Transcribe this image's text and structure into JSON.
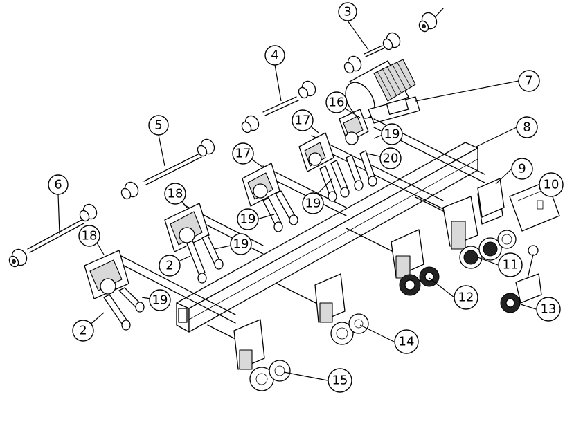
{
  "callouts": [
    {
      "id": "c3",
      "label": "3"
    },
    {
      "id": "c4",
      "label": "4"
    },
    {
      "id": "c5",
      "label": "5"
    },
    {
      "id": "c6",
      "label": "6"
    },
    {
      "id": "c7",
      "label": "7"
    },
    {
      "id": "c8",
      "label": "8"
    },
    {
      "id": "c9",
      "label": "9"
    },
    {
      "id": "c10",
      "label": "10"
    },
    {
      "id": "c11",
      "label": "11"
    },
    {
      "id": "c12",
      "label": "12"
    },
    {
      "id": "c13",
      "label": "13"
    },
    {
      "id": "c14",
      "label": "14"
    },
    {
      "id": "c15",
      "label": "15"
    },
    {
      "id": "c16",
      "label": "16"
    },
    {
      "id": "c17a",
      "label": "17"
    },
    {
      "id": "c17b",
      "label": "17"
    },
    {
      "id": "c18a",
      "label": "18"
    },
    {
      "id": "c18b",
      "label": "18"
    },
    {
      "id": "c19a",
      "label": "19"
    },
    {
      "id": "c19b",
      "label": "19"
    },
    {
      "id": "c19c",
      "label": "19"
    },
    {
      "id": "c19d",
      "label": "19"
    },
    {
      "id": "c19e",
      "label": "19"
    },
    {
      "id": "c20",
      "label": "20"
    },
    {
      "id": "c2a",
      "label": "2"
    },
    {
      "id": "c2b",
      "label": "2"
    }
  ]
}
